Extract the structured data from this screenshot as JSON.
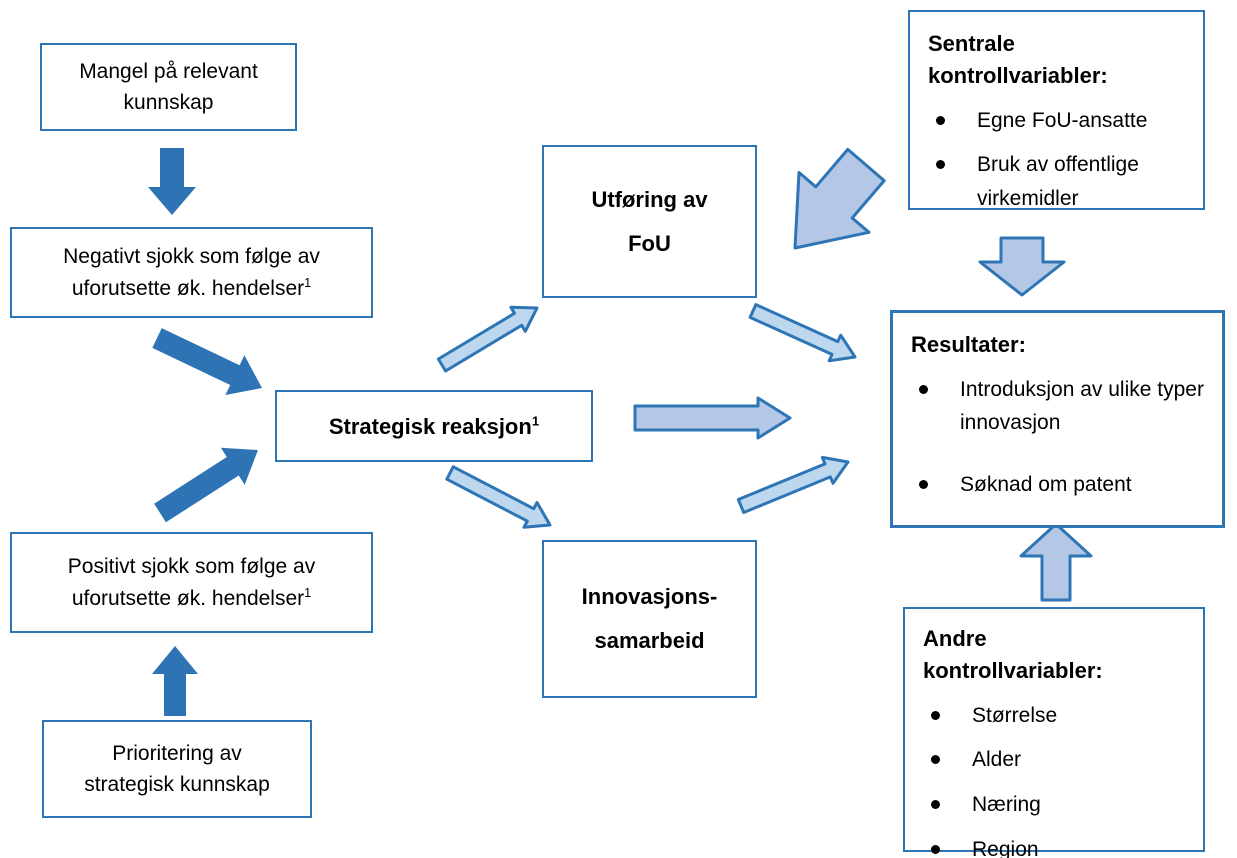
{
  "diagram": {
    "boxes": {
      "mangel": {
        "lines": [
          "Mangel på relevant",
          "kunnskap"
        ]
      },
      "negativt": {
        "lines": [
          "Negativt sjokk som følge av",
          "uforutsette øk. hendelser"
        ],
        "sup": "1"
      },
      "positivt": {
        "lines": [
          "Positivt sjokk som følge av",
          "uforutsette øk. hendelser"
        ],
        "sup": "1"
      },
      "prioritering": {
        "lines": [
          "Prioritering av",
          "strategisk kunnskap"
        ]
      },
      "strategisk": {
        "text": "Strategisk reaksjon",
        "sup": "1"
      },
      "utforing": {
        "lines": [
          "Utføring av",
          "FoU"
        ]
      },
      "innovasjon": {
        "lines": [
          "Innovasjons-",
          "samarbeid"
        ]
      },
      "sentrale": {
        "heading_lines": [
          "Sentrale",
          "kontrollvariabler:"
        ],
        "items": [
          "Egne FoU-ansatte",
          "Bruk av offentlige virkemidler"
        ]
      },
      "resultater": {
        "heading": "Resultater:",
        "items": [
          "Introduksjon av ulike typer innovasjon",
          "Søknad om patent"
        ]
      },
      "andre": {
        "heading_lines": [
          "Andre",
          "kontrollvariabler:"
        ],
        "items": [
          "Størrelse",
          "Alder",
          "Næring",
          "Region"
        ]
      }
    },
    "edges": [
      {
        "from": "mangel",
        "to": "negativt",
        "style": "solid-dark"
      },
      {
        "from": "negativt",
        "to": "strategisk",
        "style": "solid-dark"
      },
      {
        "from": "positivt",
        "to": "strategisk",
        "style": "solid-dark"
      },
      {
        "from": "prioritering",
        "to": "positivt",
        "style": "solid-dark"
      },
      {
        "from": "strategisk",
        "to": "utforing",
        "style": "light-outline"
      },
      {
        "from": "strategisk",
        "to": "innovasjon",
        "style": "light-outline"
      },
      {
        "from": "strategisk",
        "to": "resultater",
        "style": "light-block"
      },
      {
        "from": "utforing",
        "to": "resultater",
        "style": "light-outline"
      },
      {
        "from": "innovasjon",
        "to": "resultater",
        "style": "light-outline"
      },
      {
        "from": "sentrale",
        "to": "utforing",
        "style": "light-block"
      },
      {
        "from": "sentrale",
        "to": "resultater",
        "style": "light-block"
      },
      {
        "from": "andre",
        "to": "resultater",
        "style": "light-block"
      }
    ],
    "colors": {
      "box_border": "#2E75B6",
      "dark_arrow": "#2E74B5",
      "light_arrow_fill": "#B4C7E7",
      "light_arrow_stroke": "#2E75B6",
      "text": "#000000",
      "background": "#FFFFFF"
    }
  }
}
